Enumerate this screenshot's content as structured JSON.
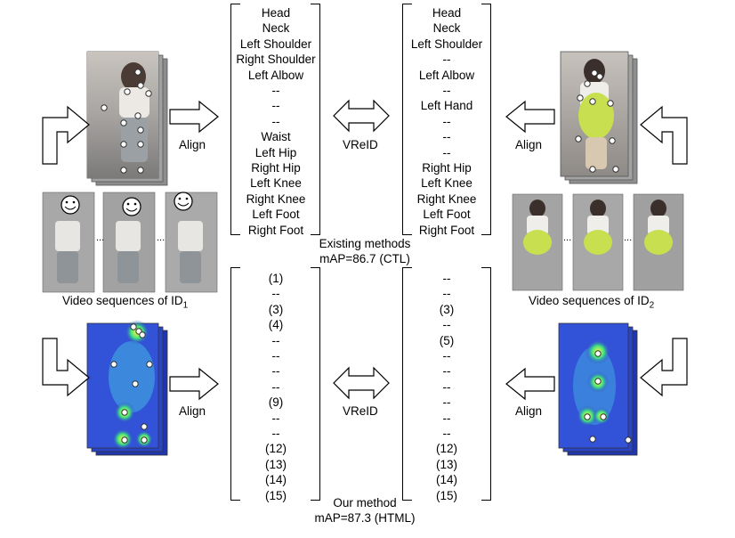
{
  "top": {
    "left_list": [
      "Head",
      "Neck",
      "Left Shoulder",
      "Right Shoulder",
      "Left Albow",
      "--",
      "--",
      "--",
      "Waist",
      "Left Hip",
      "Right Hip",
      "Left Knee",
      "Right Knee",
      "Left Foot",
      "Right Foot"
    ],
    "right_list": [
      "Head",
      "Neck",
      "Left Shoulder",
      "--",
      "Left Albow",
      "--",
      "Left Hand",
      "--",
      "--",
      "--",
      "Right Hip",
      "Left Knee",
      "Right Knee",
      "Left Foot",
      "Right Foot"
    ],
    "middle_label": "VReID",
    "align_label": "Align",
    "method_line1": "Existing methods",
    "method_line2": "mAP=86.7 (CTL)"
  },
  "bottom": {
    "left_list": [
      "(1)",
      "--",
      "(3)",
      "(4)",
      "--",
      "--",
      "--",
      "--",
      "(9)",
      "--",
      "--",
      "(12)",
      "(13)",
      "(14)",
      "(15)"
    ],
    "right_list": [
      "--",
      "--",
      "(3)",
      "--",
      "(5)",
      "--",
      "--",
      "--",
      "--",
      "--",
      "--",
      "(12)",
      "(13)",
      "(14)",
      "(15)"
    ],
    "middle_label": "VReID",
    "align_label": "Align",
    "method_line1": "Our method",
    "method_line2": "mAP=87.3 (HTML)"
  },
  "captions": {
    "id1_text": "Video sequences of ID",
    "id1_sub": "1",
    "id2_text": "Video sequences of ID",
    "id2_sub": "2",
    "ellipsis": "..."
  },
  "colors": {
    "gray_photo": "#9a9a9a",
    "heatmap_blue": "#2b3fd0",
    "heatmap_hot": "#e8e030",
    "green_bag": "#c8e050"
  }
}
